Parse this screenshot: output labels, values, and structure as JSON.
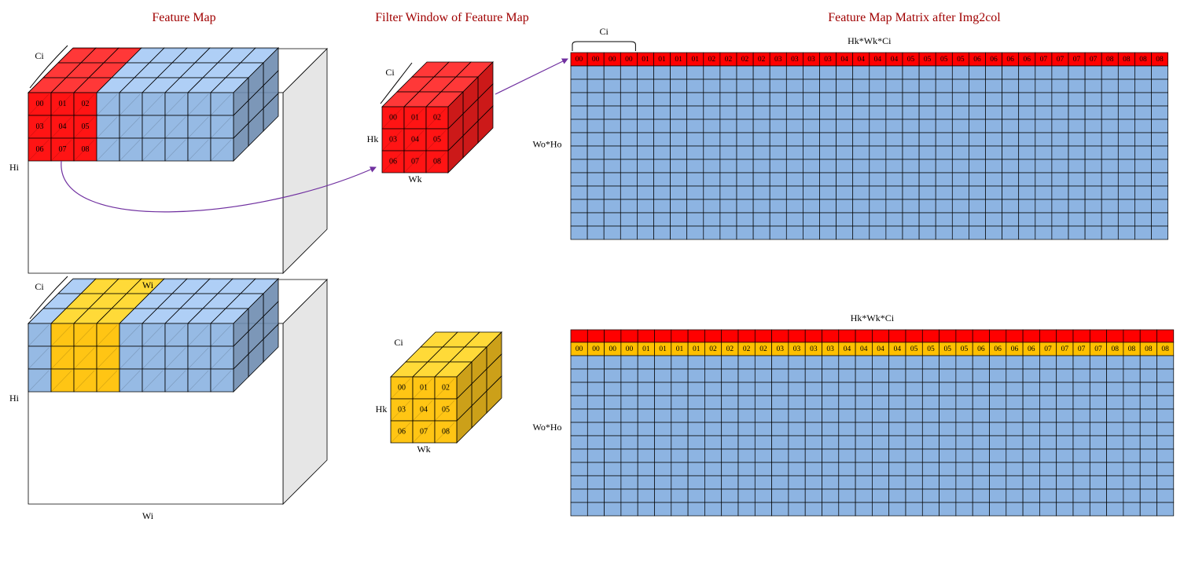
{
  "titles": {
    "feature_map": "Feature Map",
    "filter_window": "Filter Window of Feature Map",
    "matrix": "Feature Map Matrix after Img2col"
  },
  "labels": {
    "ci": "Ci",
    "hi": "Hi",
    "wi": "Wi",
    "hk": "Hk",
    "wk": "Wk",
    "matrix_width": "Hk*Wk*Ci",
    "matrix_height": "Wo*Ho"
  },
  "kernel_cells": [
    "00",
    "01",
    "02",
    "03",
    "04",
    "05",
    "06",
    "07",
    "08"
  ],
  "matrix_header": [
    "00",
    "00",
    "00",
    "00",
    "01",
    "01",
    "01",
    "01",
    "02",
    "02",
    "02",
    "02",
    "03",
    "03",
    "03",
    "03",
    "04",
    "04",
    "04",
    "04",
    "05",
    "05",
    "05",
    "05",
    "06",
    "06",
    "06",
    "06",
    "07",
    "07",
    "07",
    "07",
    "08",
    "08",
    "08",
    "08"
  ],
  "colors": {
    "title": "#a00000",
    "red": "#ff0000",
    "blue": "#8db4e2",
    "yellow": "#ffc000",
    "arrow": "#7030a0"
  },
  "icons": {
    "arrow": "curved-arrow"
  }
}
